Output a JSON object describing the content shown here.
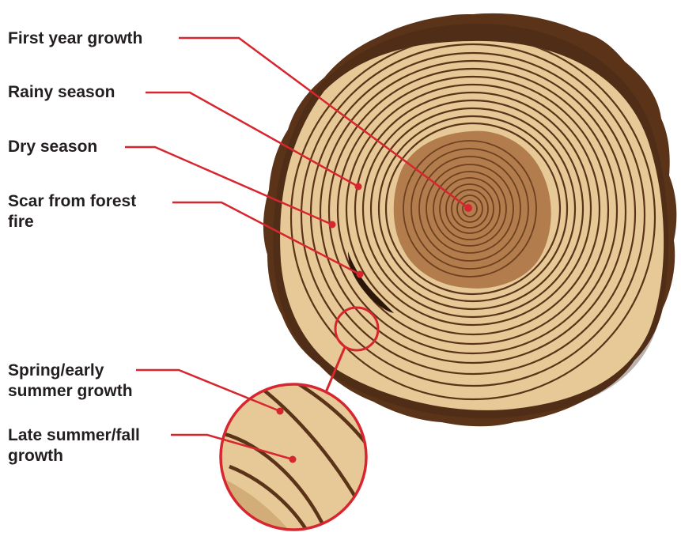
{
  "labels": {
    "first_year": "First year growth",
    "rainy": "Rainy season",
    "dry": "Dry season",
    "scar_line1": "Scar from forest",
    "scar_line2": "fire",
    "spring_line1": "Spring/early",
    "spring_line2": "summer growth",
    "late_line1": "Late summer/fall",
    "late_line2": "growth"
  },
  "colors": {
    "bark": "#5a3319",
    "sapwood": "#e6c996",
    "heartwood": "#b27c4d",
    "ring_line": "#5a3319",
    "leader": "#d7262f",
    "text": "#231f20"
  }
}
